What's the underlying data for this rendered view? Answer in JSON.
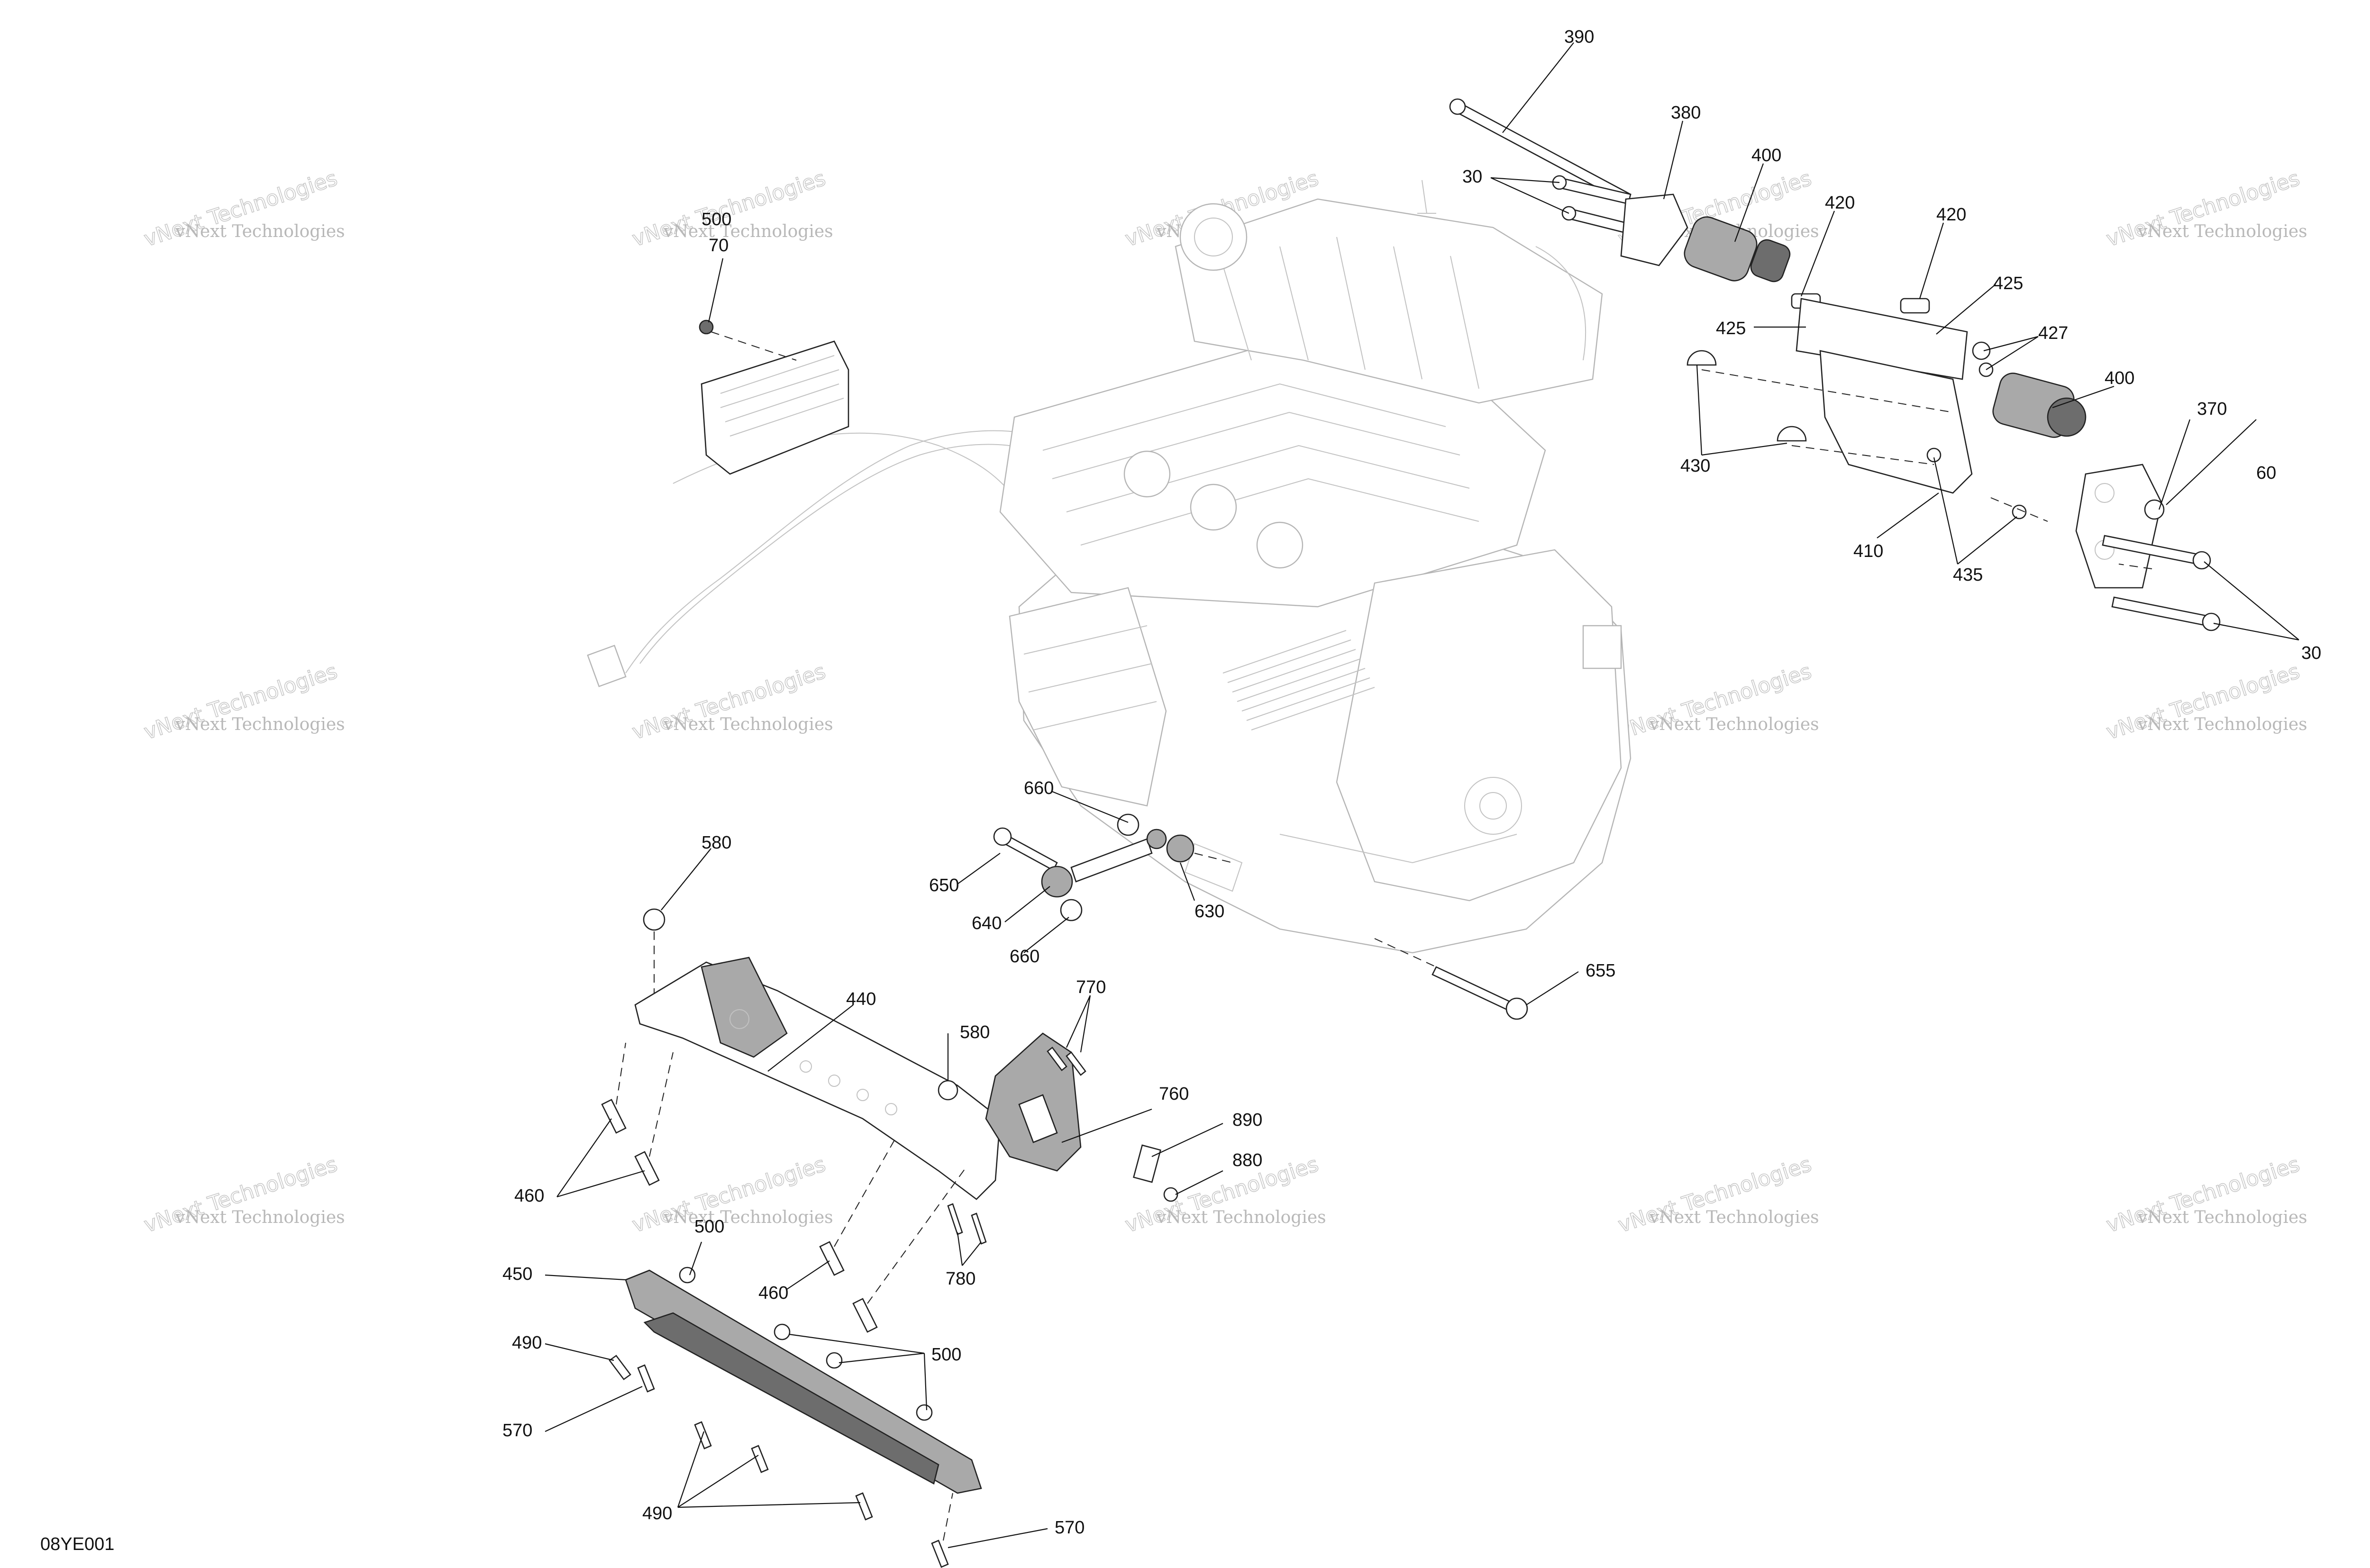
{
  "figure_code": "08YE001",
  "watermark": {
    "line1": "vNext Technologies",
    "line2": "vNext Technologies"
  },
  "callouts": [
    {
      "id": "c390",
      "label": "390"
    },
    {
      "id": "c380",
      "label": "380"
    },
    {
      "id": "c30a",
      "label": "30"
    },
    {
      "id": "c400a",
      "label": "400"
    },
    {
      "id": "c420a",
      "label": "420"
    },
    {
      "id": "c420b",
      "label": "420"
    },
    {
      "id": "c425a",
      "label": "425"
    },
    {
      "id": "c425b",
      "label": "425"
    },
    {
      "id": "c427",
      "label": "427"
    },
    {
      "id": "c400b",
      "label": "400"
    },
    {
      "id": "c370",
      "label": "370"
    },
    {
      "id": "c60",
      "label": "60"
    },
    {
      "id": "c430",
      "label": "430"
    },
    {
      "id": "c410",
      "label": "410"
    },
    {
      "id": "c435",
      "label": "435"
    },
    {
      "id": "c30b",
      "label": "30"
    },
    {
      "id": "c500a",
      "label": "500"
    },
    {
      "id": "c70",
      "label": "70"
    },
    {
      "id": "c660a",
      "label": "660"
    },
    {
      "id": "c650",
      "label": "650"
    },
    {
      "id": "c640",
      "label": "640"
    },
    {
      "id": "c660b",
      "label": "660"
    },
    {
      "id": "c630",
      "label": "630"
    },
    {
      "id": "c655",
      "label": "655"
    },
    {
      "id": "c580a",
      "label": "580"
    },
    {
      "id": "c440",
      "label": "440"
    },
    {
      "id": "c580b",
      "label": "580"
    },
    {
      "id": "c770",
      "label": "770"
    },
    {
      "id": "c760",
      "label": "760"
    },
    {
      "id": "c890",
      "label": "890"
    },
    {
      "id": "c880",
      "label": "880"
    },
    {
      "id": "c460a",
      "label": "460"
    },
    {
      "id": "c500b",
      "label": "500"
    },
    {
      "id": "c460b",
      "label": "460"
    },
    {
      "id": "c780",
      "label": "780"
    },
    {
      "id": "c450",
      "label": "450"
    },
    {
      "id": "c490a",
      "label": "490"
    },
    {
      "id": "c500c",
      "label": "500"
    },
    {
      "id": "c570a",
      "label": "570"
    },
    {
      "id": "c490b",
      "label": "490"
    },
    {
      "id": "c570b",
      "label": "570"
    }
  ]
}
